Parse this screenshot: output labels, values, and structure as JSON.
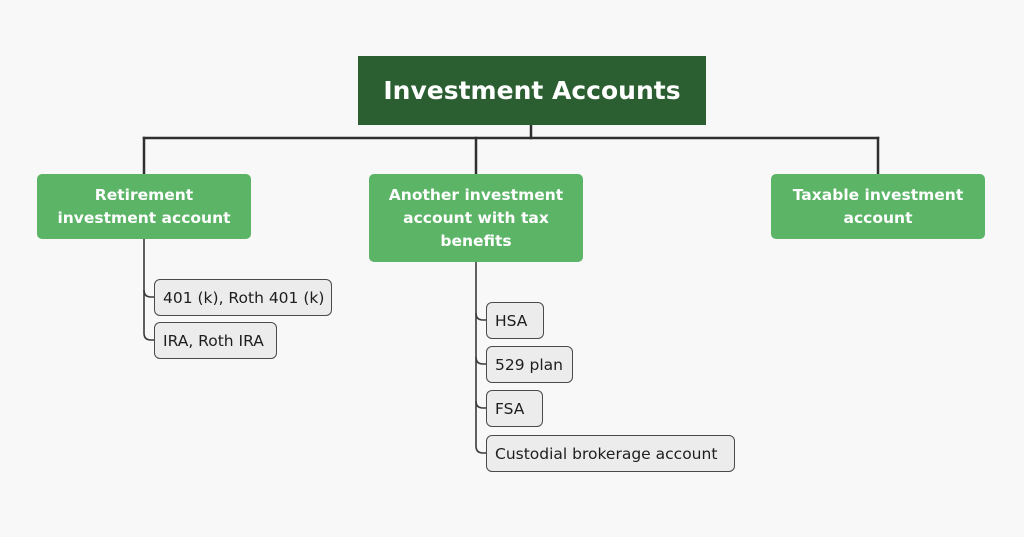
{
  "diagram": {
    "title": "Investment Accounts",
    "categories": [
      {
        "label": "Retirement investment account",
        "items": [
          "401 (k), Roth 401 (k)",
          "IRA, Roth IRA"
        ]
      },
      {
        "label": "Another investment account with tax benefits",
        "items": [
          "HSA",
          "529 plan",
          "FSA",
          "Custodial brokerage account"
        ]
      },
      {
        "label": "Taxable investment account",
        "items": []
      }
    ],
    "colors": {
      "root": "#2b5e31",
      "category": "#5cb467",
      "leaf_fill": "#ececec",
      "leaf_border": "#4a4a4a",
      "connector": "#2f2f2f",
      "background": "#f8f8f8"
    }
  }
}
